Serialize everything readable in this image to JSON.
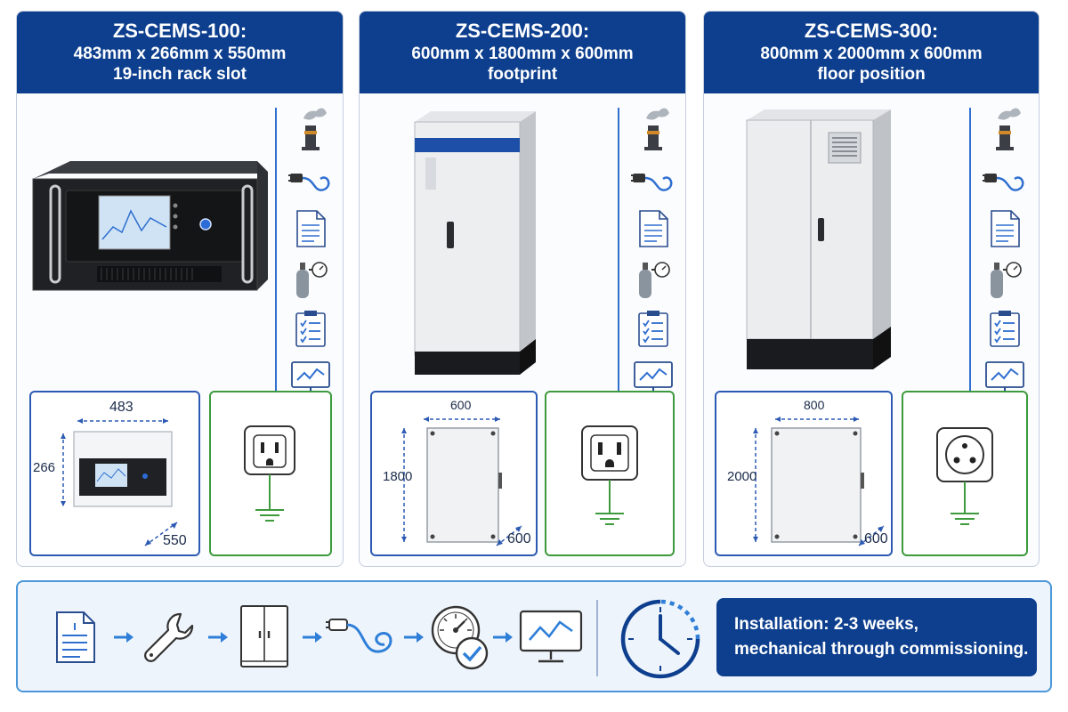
{
  "panels": [
    {
      "model": "ZS-CEMS-100:",
      "dims": "483mm x 266mm x 550mm",
      "place": "19-inch rack slot",
      "w": "483",
      "h": "266",
      "d": "550"
    },
    {
      "model": "ZS-CEMS-200:",
      "dims": "600mm x 1800mm x 600mm",
      "place": "footprint",
      "w": "600",
      "h": "1800",
      "d": "600"
    },
    {
      "model": "ZS-CEMS-300:",
      "dims": "800mm x 2000mm x 600mm",
      "place": "floor position",
      "w": "800",
      "h": "2000",
      "d": "600"
    }
  ],
  "side_icons": [
    "smokestack-icon",
    "power-cable-icon",
    "document-icon",
    "gas-cylinder-gauge-icon",
    "checklist-icon",
    "monitor-trend-icon"
  ],
  "outlets": [
    "us-outlet-ground-icon",
    "us-outlet-ground-icon",
    "schuko-outlet-ground-icon"
  ],
  "workflow": {
    "steps": [
      "document-icon",
      "wrench-icon",
      "cabinet-icon",
      "cable-icon",
      "gauge-check-icon",
      "monitor-trend-icon"
    ],
    "note_line1": "Installation: 2-3 weeks,",
    "note_line2": "mechanical through commissioning."
  },
  "colors": {
    "header": "#0d3f8e",
    "accent": "#2f6fd0",
    "outlet_frame": "#3d9a3d",
    "dim_frame": "#2c5ab3"
  }
}
